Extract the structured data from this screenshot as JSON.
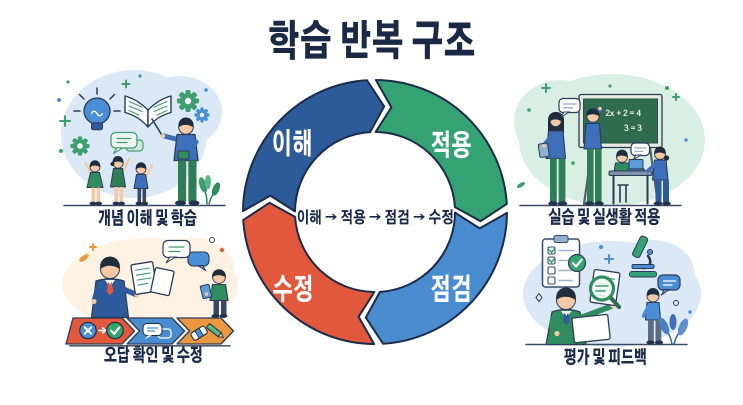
{
  "title": "학습 반복 구조",
  "colors": {
    "navy": "#2d5a98",
    "green": "#35a273",
    "blue": "#4a8cd0",
    "red": "#e2583c",
    "orange": "#e9983f",
    "outline": "#1c2b49",
    "text": "#1a2945"
  },
  "cycle": {
    "center_text": "이해 → 적용 → 점검 → 수정",
    "segments": [
      {
        "id": "understand",
        "label": "이해",
        "color": "#2d5a98"
      },
      {
        "id": "apply",
        "label": "적용",
        "color": "#35a273"
      },
      {
        "id": "check",
        "label": "점검",
        "color": "#4a8cd0"
      },
      {
        "id": "revise",
        "label": "수정",
        "color": "#e2583c"
      }
    ]
  },
  "scenes": {
    "concept": {
      "caption": "개념 이해 및 학습"
    },
    "practice": {
      "caption": "실습 및 실생활 적용",
      "board_line1": "2x + 2 = 4",
      "board_line2": "3 = 3"
    },
    "correction": {
      "caption": "오답 확인 및 수정"
    },
    "feedback": {
      "caption": "평가 및 피드백"
    }
  }
}
